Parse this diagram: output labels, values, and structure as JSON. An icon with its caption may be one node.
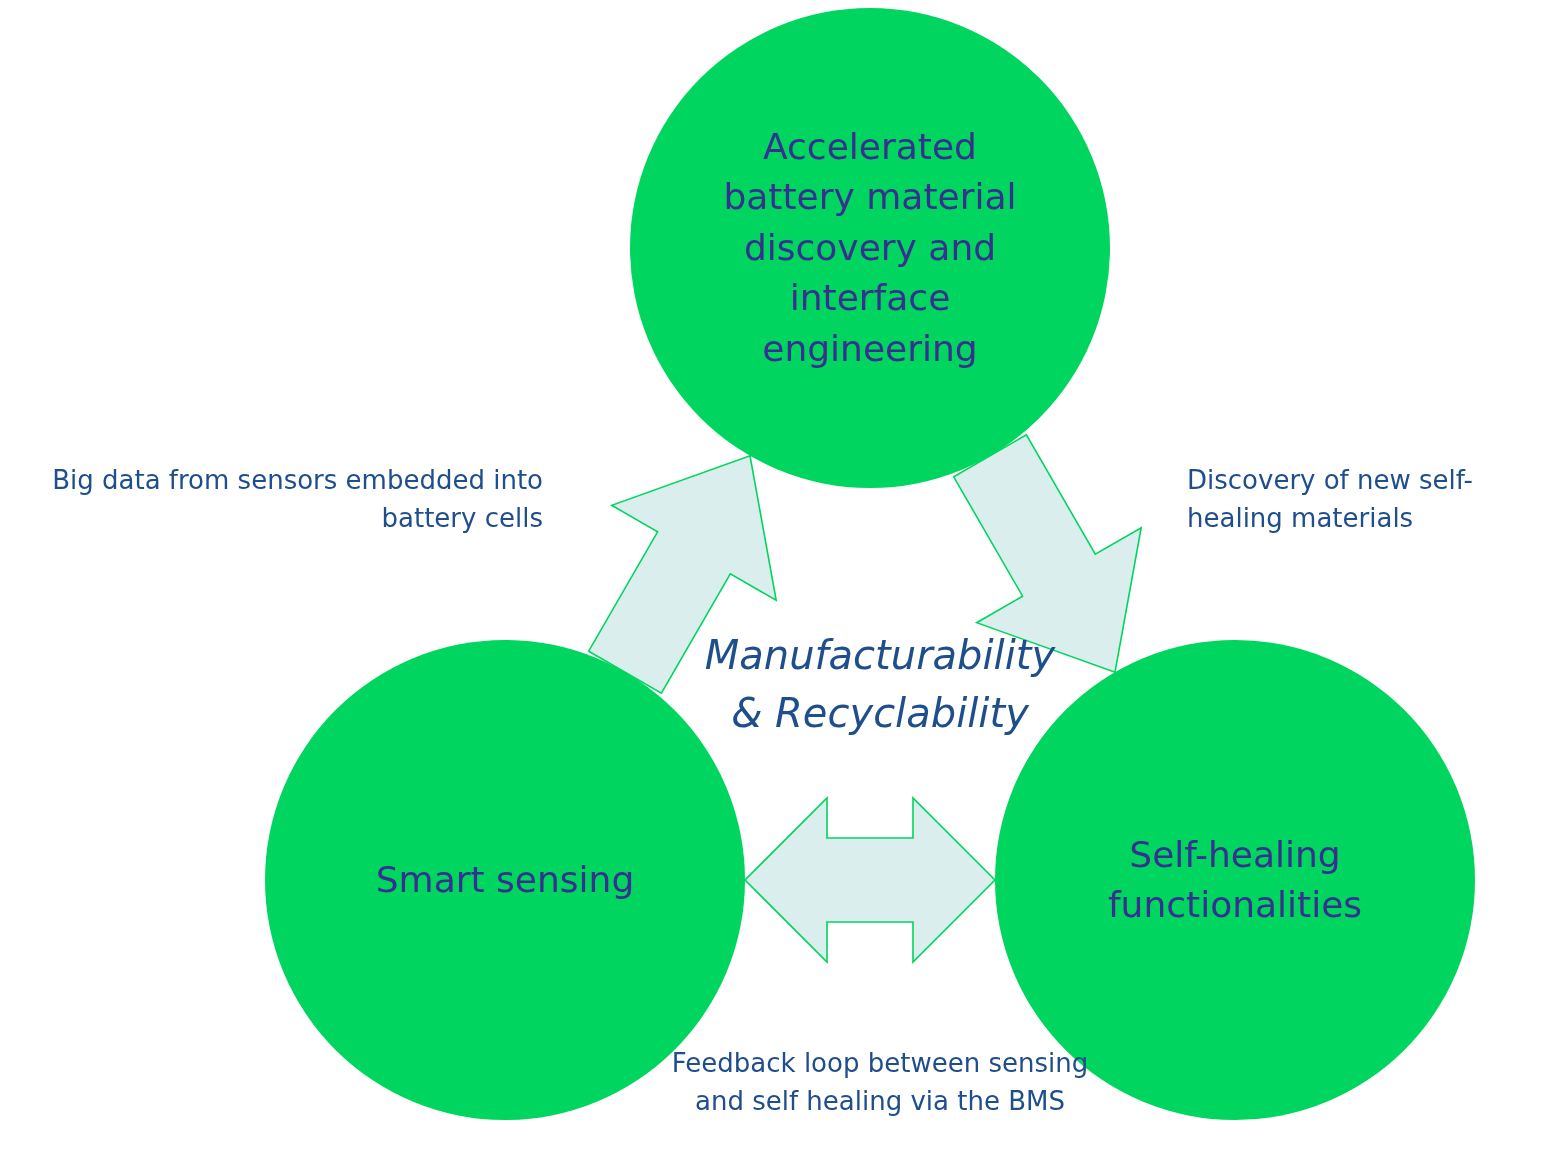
{
  "diagram": {
    "nodes": [
      {
        "text": [
          "Accelerated battery material discovery and interface engineering"
        ]
      },
      {
        "text": [
          "Smart sensing"
        ]
      },
      {
        "text": [
          "Self-healing functionalities"
        ]
      }
    ],
    "edges": [
      {
        "from": 1,
        "to": 0,
        "arrow": "to"
      },
      {
        "from": 0,
        "to": 2,
        "arrow": "to"
      },
      {
        "from": 1,
        "to": 2,
        "arrow": "both"
      }
    ],
    "labels": [
      "Big data from sensors embedded into battery cells",
      "Discovery of new self-healing materials",
      "Manufacturability & Recyclability",
      "Feedback loop between sensing and self healing via the BMS"
    ]
  }
}
